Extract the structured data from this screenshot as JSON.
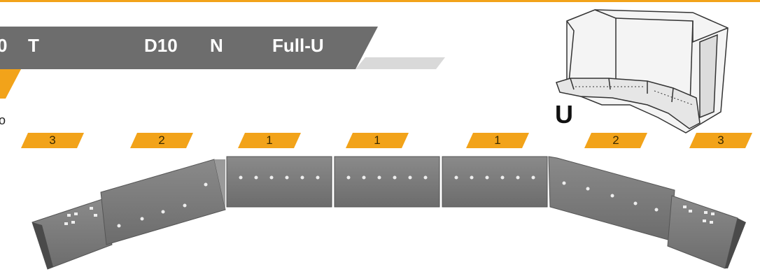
{
  "header": {
    "left_code": "0",
    "left_type": "T",
    "model": "D10",
    "variant": "N",
    "blade": "Full-U",
    "side_note": "o"
  },
  "blade_icon": {
    "label": "U"
  },
  "segments": [
    {
      "number": "3"
    },
    {
      "number": "2"
    },
    {
      "number": "1"
    },
    {
      "number": "1"
    },
    {
      "number": "1"
    },
    {
      "number": "2"
    },
    {
      "number": "3"
    }
  ],
  "colors": {
    "accent": "#f2a31a",
    "banner": "#6d6d6d",
    "segment": "#7a7a7a"
  }
}
